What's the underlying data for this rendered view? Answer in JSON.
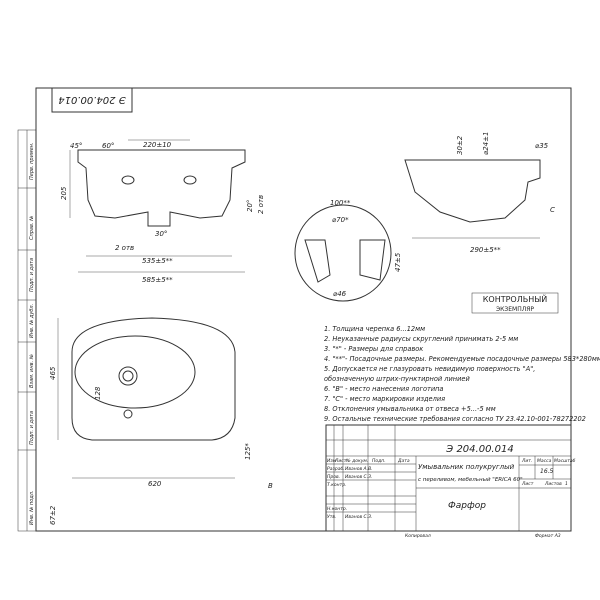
{
  "doc_code": "Э 204.00.014",
  "top_code": "Э 204.00.014",
  "side_labels": [
    "Перв. примен.",
    "Справ. №",
    "Подп. и дата",
    "Инв. № дубл.",
    "Взам. инв. №",
    "Подп. и дата",
    "Инв. № подл."
  ],
  "dims": {
    "d45": "45°",
    "d60": "60°",
    "d220": "220±10",
    "d205": "205",
    "d20": "20°",
    "d2otv": "2 отв",
    "d30": "30°",
    "d2otv2": "2 отв",
    "d535": "535±5**",
    "d585": "585±5**",
    "d100": "100**",
    "d70": "⌀70*",
    "d475": "47±5",
    "d46": "⌀46",
    "d30r": "30±2",
    "d24": "⌀24±1",
    "d35": "⌀35",
    "d290": "290±5**",
    "dC": "C",
    "d465": "465",
    "d128": "128",
    "d125": "125*",
    "d67": "67±2",
    "d620": "620",
    "dB": "B"
  },
  "stamp": [
    "КОНТРОЛЬНЫЙ",
    "ЭКЗЕМПЛЯР"
  ],
  "notes": [
    "1. Толщина черепка 6...12мм",
    "2. Неуказанные радиусы скруглений принимать 2-5 мм",
    "3. \"*\" - Размеры для справок",
    "4. \"**\"- Посадочные размеры. Рекомендуемые посадочные размеры 583*280мм",
    "5. Допускается не глазуровать невидимую поверхность \"А\",",
    "обозначенную штрих-пунктирной линией",
    "6. \"В\" - место нанесения логотипа",
    "7. \"С\" - место маркировки изделия",
    "8. Отклонения умывальника от отвеса +5...-5 мм",
    "9. Остальные технические требования согласно ТУ 23.42.10-001-78272202"
  ],
  "title_block": {
    "headers": [
      "Изм",
      "Лист",
      "№ докум.",
      "Подп.",
      "Дата"
    ],
    "rows": [
      [
        "Разраб.",
        "Иванов А.В."
      ],
      [
        "Пров.",
        "Иванов С.З."
      ],
      [
        "Т.контр.",
        ""
      ],
      [
        "",
        ""
      ],
      [
        "Н.контр.",
        ""
      ],
      [
        "Утв.",
        "Иванов С.З."
      ]
    ],
    "name_line1": "Умывальник полукруглый",
    "name_line2": "с переливом, мебельный \"ERICA 60\"",
    "lit_label": "Лит.",
    "mass_label": "Масса",
    "scale_label": "Масштаб",
    "mass": "16.5",
    "sheet_label": "Лист",
    "sheets_label": "Листов",
    "sheets": "1",
    "material": "Фарфор",
    "copied": "Копировал",
    "format": "Формат А3"
  }
}
